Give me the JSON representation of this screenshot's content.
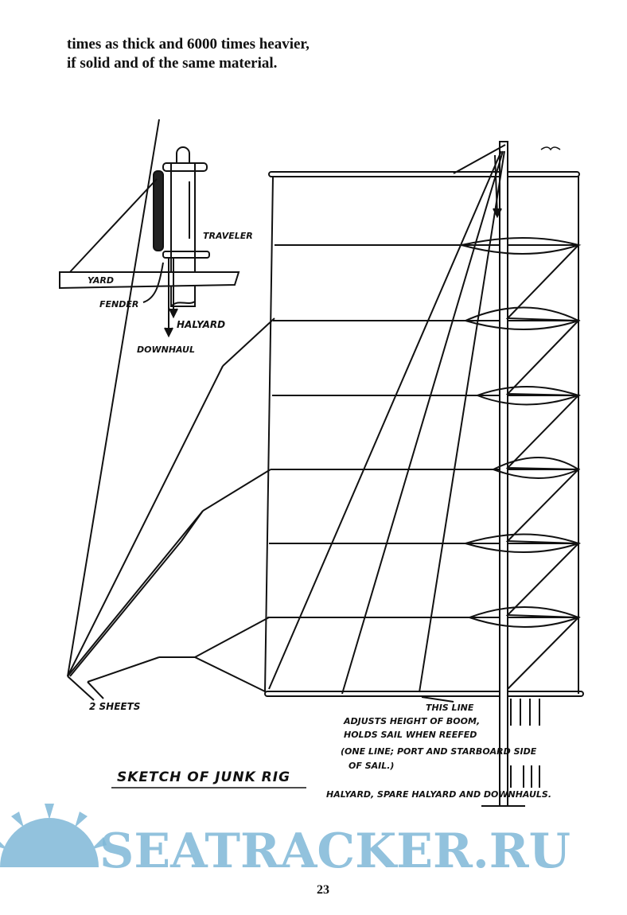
{
  "text": {
    "line1": "times as thick and 6000 times heavier,",
    "line2": "if solid and of the same material."
  },
  "sketch": {
    "detail_labels": {
      "traveler": "TRAVELER",
      "yard": "YARD",
      "fender": "FENDER",
      "halyard": "HALYARD",
      "downhaul": "DOWNHAUL"
    },
    "sheets_label": "2 SHEETS",
    "this_line_1": "THIS LINE",
    "this_line_2": "ADJUSTS HEIGHT OF BOOM,",
    "this_line_3": "HOLDS SAIL WHEN REEFED",
    "note_1": "(ONE LINE; PORT AND STARBOARD SIDE",
    "note_2": "OF SAIL.)",
    "halyards_label": "HALYARD, SPARE HALYARD AND DOWNHAULS.",
    "title": "SKETCH OF JUNK RIG"
  },
  "page_number": "23",
  "watermark": "SEATRACKER.RU",
  "colors": {
    "ink": "#111111",
    "watermark": "#7fb8d8"
  }
}
